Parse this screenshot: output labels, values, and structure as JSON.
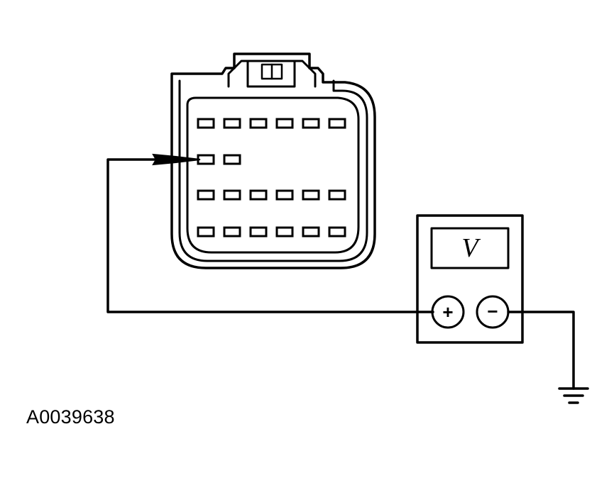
{
  "figure": {
    "reference_id": "A0039638"
  },
  "meter": {
    "display_symbol": "V",
    "positive_terminal": "+",
    "negative_terminal": "−"
  },
  "connector": {
    "rows": [
      6,
      2,
      6,
      6
    ]
  },
  "icons": {
    "ground": "ground-symbol-icon",
    "probe": "probe-tip-icon"
  }
}
